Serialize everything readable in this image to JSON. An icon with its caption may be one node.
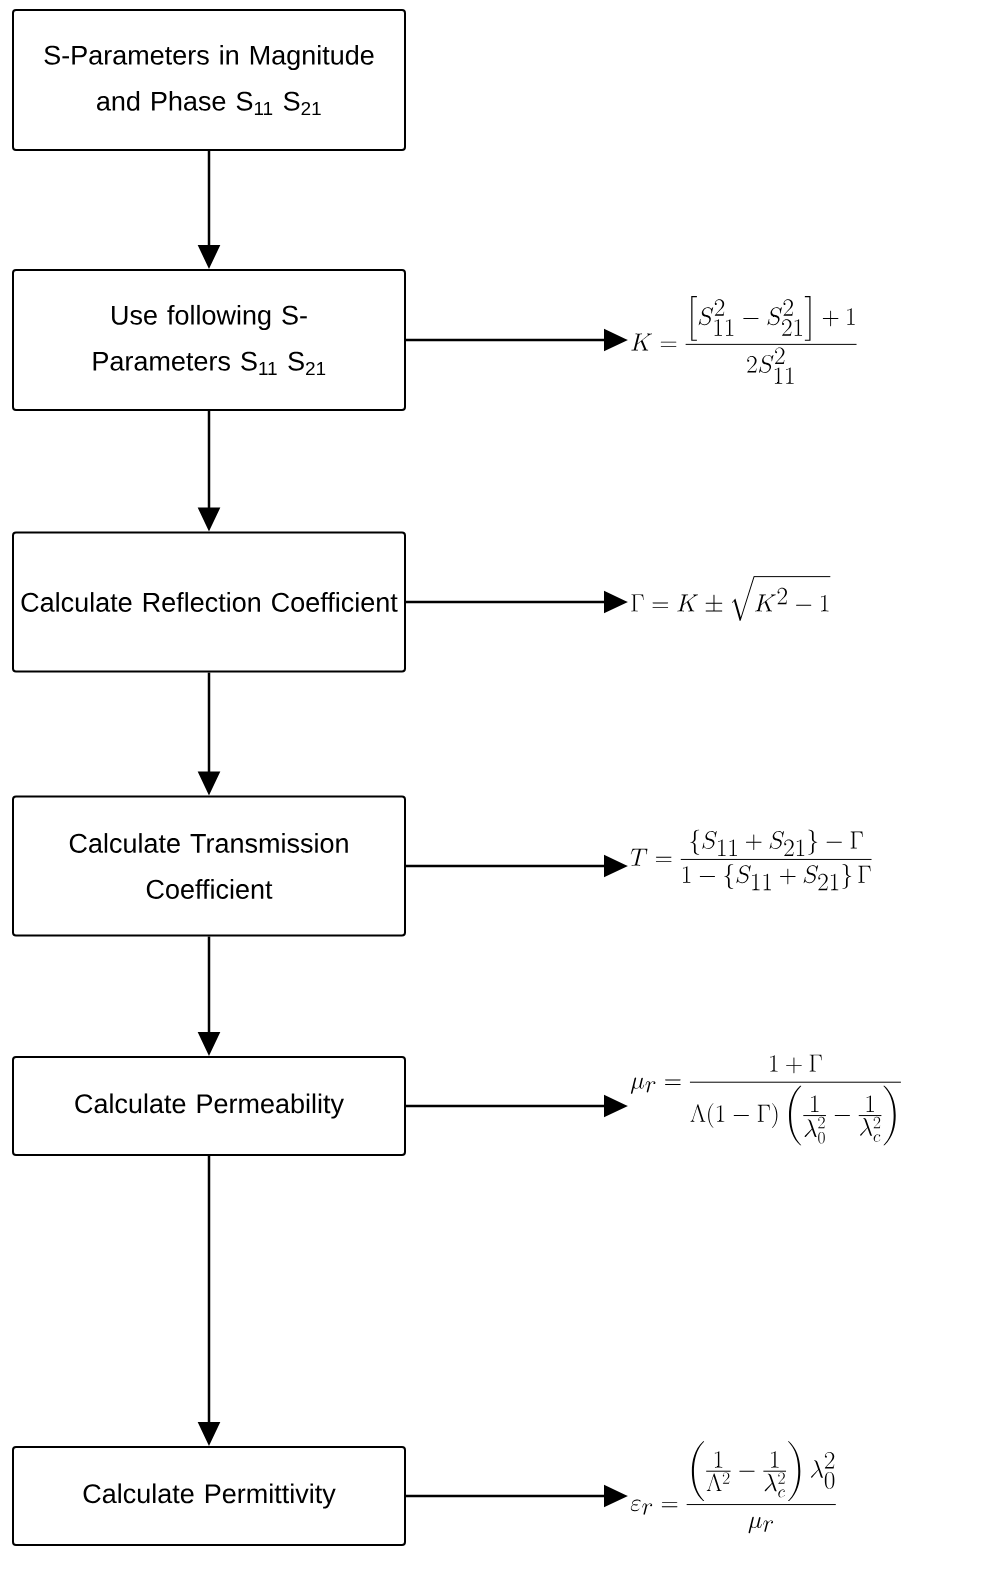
{
  "diagram": {
    "nodes": [
      {
        "text": [
          "S-Parameters in Magnitude and Phase S$_{11}$ S$_{21}$"
        ]
      },
      {
        "text": [
          "Use following S-Parameters S$_{11}$ S$_{21}$"
        ]
      },
      {
        "text": [
          "K=\\frac{\\left[S_{11}^{2}-S_{21}^{2}\\right]+1}{2S_{11}^{2}}"
        ]
      },
      {
        "text": [
          "Calculate Reflection Coefficient"
        ]
      },
      {
        "text": [
          "\\Gamma=K\\pm\\sqrt{K^{2}-1}"
        ]
      },
      {
        "text": [
          "Calculate Transmission Coefficient"
        ]
      },
      {
        "text": [
          "T=\\frac{\\left\\{S_{11}+S_{21}\\right\\}-\\Gamma}{1-\\left\\{S_{11}+S_{21}\\right\\}\\Gamma}"
        ]
      },
      {
        "text": [
          "Calculate Permeability"
        ]
      },
      {
        "text": [
          "\\mu_{r}=\\frac{1+\\Gamma}{\\Lambda(1-\\Gamma)\\left(\\frac{1}{\\lambda_{0}^{2}}-\\frac{1}{\\lambda_{c}^{2}}\\right)}"
        ]
      },
      {
        "text": [
          "Calculate Permittivity"
        ]
      },
      {
        "text": [
          "\\varepsilon_{r}=\\frac{\\left(\\frac{1}{\\Lambda^{2}}-\\frac{1}{\\lambda_{c}^{2}}\\right)\\lambda_{0}^{2}}{\\mu_{r}}"
        ]
      }
    ],
    "edges": [
      {
        "from": 0,
        "to": 1,
        "arrow": "to"
      },
      {
        "from": 1,
        "to": 2,
        "arrow": "to"
      },
      {
        "from": 1,
        "to": 3,
        "arrow": "to"
      },
      {
        "from": 3,
        "to": 4,
        "arrow": "to"
      },
      {
        "from": 3,
        "to": 5,
        "arrow": "to"
      },
      {
        "from": 5,
        "to": 6,
        "arrow": "to"
      },
      {
        "from": 5,
        "to": 7,
        "arrow": "to"
      },
      {
        "from": 7,
        "to": 8,
        "arrow": "to"
      },
      {
        "from": 7,
        "to": 9,
        "arrow": "to"
      },
      {
        "from": 9,
        "to": 10,
        "arrow": "to"
      }
    ]
  }
}
